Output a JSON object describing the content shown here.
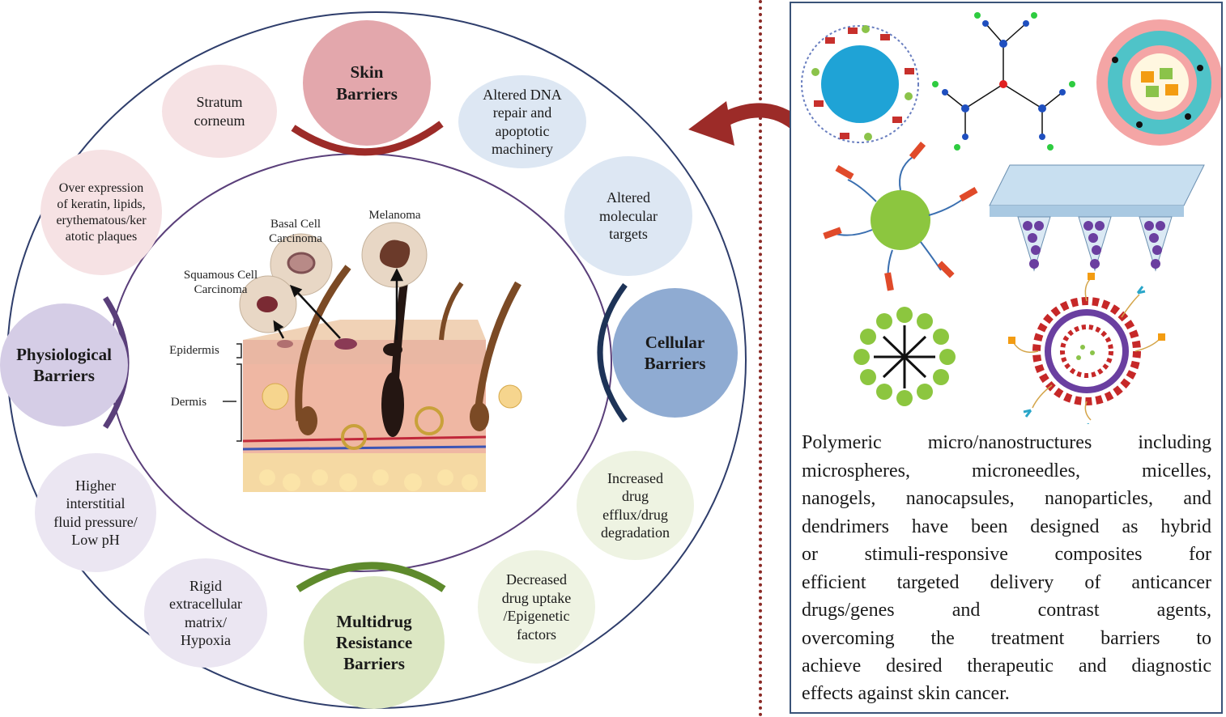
{
  "center": {
    "labels": {
      "basal": "Basal Cell\nCarcinoma",
      "melanoma": "Melanoma",
      "squamous": "Squamous Cell\nCarcinoma",
      "epidermis": "Epidermis",
      "dermis": "Dermis"
    }
  },
  "major_barriers": {
    "skin": "Skin\nBarriers",
    "physiological": "Physiological\nBarriers",
    "cellular": "Cellular\nBarriers",
    "multidrug": "Multidrug\nResistance\nBarriers"
  },
  "factors": {
    "stratum": "Stratum\ncorneum",
    "overexpression": "Over expression\nof keratin, lipids,\nerythematous/ker\natotic plaques",
    "dna": "Altered DNA\nrepair and\napoptotic\nmachinery",
    "molecular": "Altered\nmolecular\ntargets",
    "interstitial": "Higher\ninterstitial\nfluid pressure/\nLow pH",
    "matrix": "Rigid\nextracellular\nmatrix/\nHypoxia",
    "efflux": "Increased\ndrug\nefflux/drug\ndegradation",
    "uptake": "Decreased\ndrug uptake\n/Epigenetic\nfactors"
  },
  "caption_lines": [
    "Polymeric micro/nanostructures including",
    "microspheres, microneedles, micelles,",
    "nanogels, nanocapsules, nanoparticles, and",
    "dendrimers have been designed as hybrid",
    "or stimuli-responsive composites for",
    "efficient targeted delivery of anticancer",
    "drugs/genes and contrast agents,",
    "overcoming the treatment barriers to",
    "achieve desired therapeutic and diagnostic"
  ],
  "caption_last": "effects against skin cancer.",
  "colors": {
    "skin_barrier": "#e3a7ac",
    "physiological": "#d5cde6",
    "cellular": "#8fabd2",
    "multidrug": "#dce7c3",
    "arrow": "#9c2b28",
    "ring": "#2e3d6b"
  }
}
